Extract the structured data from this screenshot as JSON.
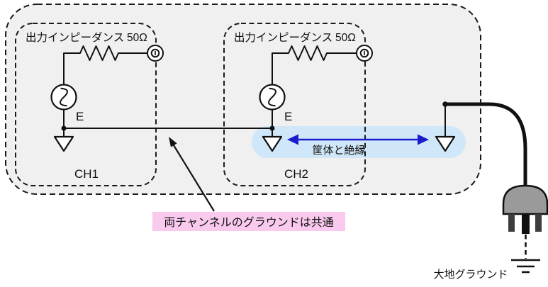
{
  "title": "oscillator-dual-channel-ground-diagram",
  "colors": {
    "panel_bg": "#f0f0f0",
    "highlight_blue": "#cfe7f8",
    "arrow_blue": "#1c1ccd",
    "highlight_pink": "#f9caee",
    "plug_gray": "#9a9a9a",
    "line_black": "#111111"
  },
  "channel1": {
    "name": "CH1",
    "impedance_label": "出力インピーダンス",
    "impedance_value": "50Ω",
    "source_label": "E"
  },
  "channel2": {
    "name": "CH2",
    "impedance_label": "出力インピーダンス",
    "impedance_value": "50Ω",
    "source_label": "E"
  },
  "annotations": {
    "isolation_label": "筐体と絶縁",
    "common_ground_label": "両チャンネルのグラウンドは共通",
    "earth_ground_label": "大地グラウンド"
  }
}
